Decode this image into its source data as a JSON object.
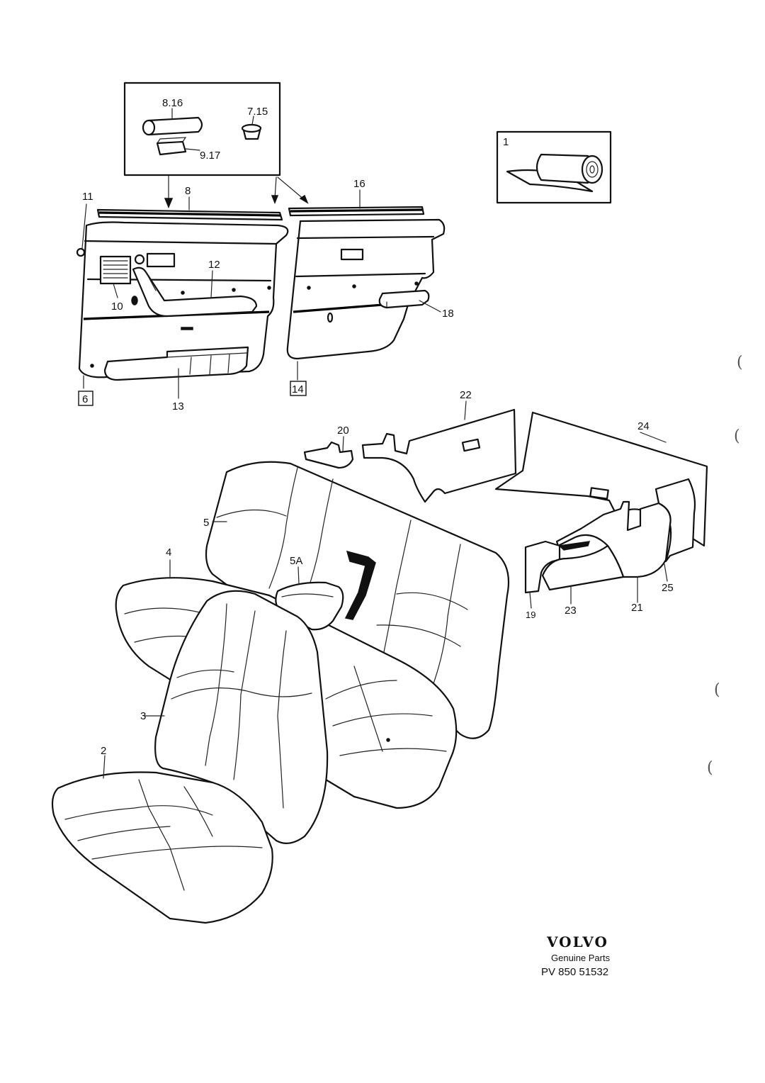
{
  "callouts": {
    "inset_a": "8.16",
    "inset_b": "7.15",
    "inset_c": "9.17",
    "roll": "1",
    "trim_strip_front": "8",
    "trim_strip_rear": "16",
    "clip": "11",
    "speaker_grille": "10",
    "handle": "12",
    "map_pocket": "13",
    "front_door_panel": "6",
    "rear_door_panel": "14",
    "rear_armrest": "18",
    "side_panel_20": "20",
    "rear_wall_panel": "22",
    "floor_carpet": "24",
    "rear_backrest": "5",
    "center_armrest": "5A",
    "rear_cushion": "4",
    "front_backrest": "3",
    "front_cushion": "2",
    "panel_19": "19",
    "panel_23": "23",
    "panel_21": "21",
    "panel_25": "25"
  },
  "branding": {
    "logo_text": "VOLVO",
    "subtitle": "Genuine Parts",
    "code": "PV 850 51532"
  },
  "edge_marks": [
    "(",
    "(",
    "(",
    "("
  ]
}
